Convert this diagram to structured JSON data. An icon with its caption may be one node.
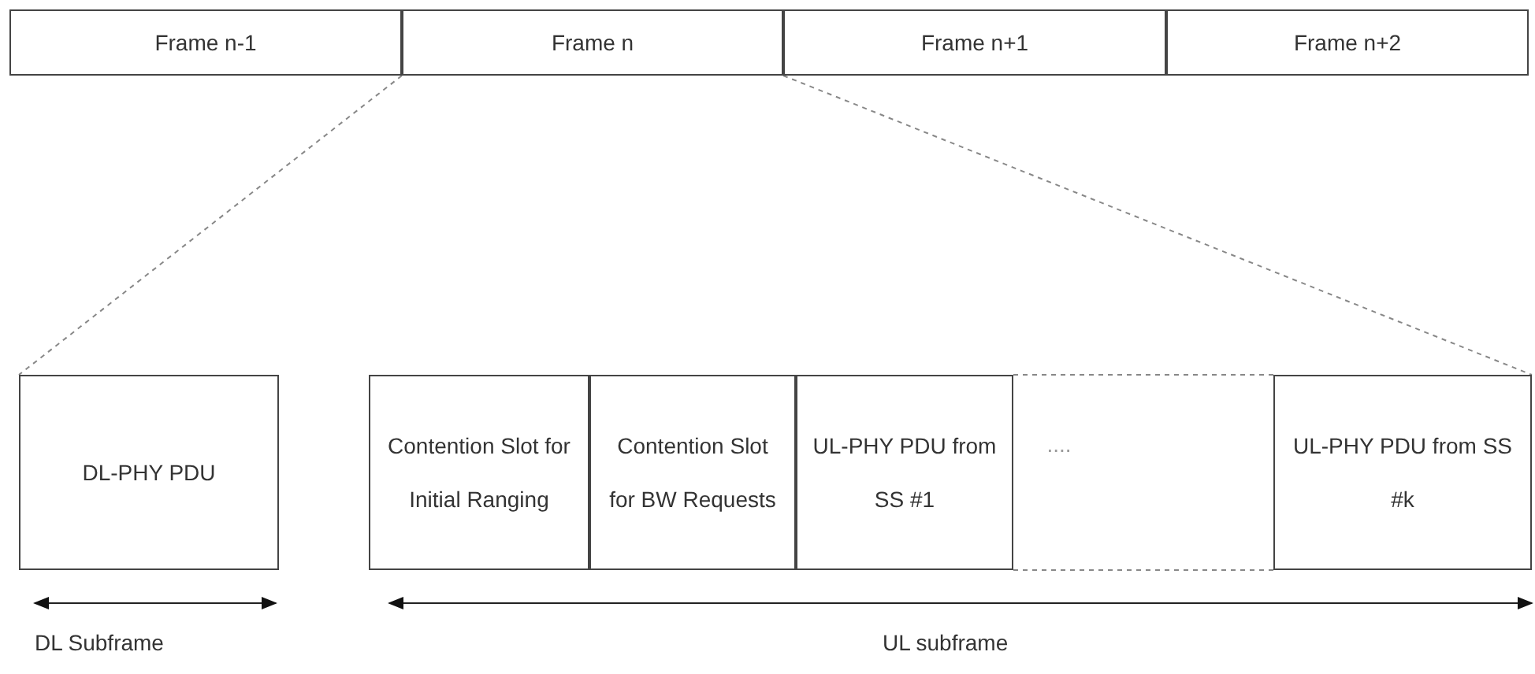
{
  "diagram": {
    "nodes": [
      {
        "text": [
          "Frame n-1"
        ]
      },
      {
        "text": [
          "Frame n"
        ]
      },
      {
        "text": [
          "Frame n+1"
        ]
      },
      {
        "text": [
          "Frame n+2"
        ]
      },
      {
        "text": [
          "DL-PHY PDU"
        ]
      },
      {
        "text": [
          "Contention Slot for Initial Ranging"
        ]
      },
      {
        "text": [
          "Contention Slot for BW Requests"
        ]
      },
      {
        "text": [
          "UL-PHY PDU from SS #1"
        ]
      },
      {
        "text": [
          "UL-PHY PDU from SS #k"
        ]
      }
    ],
    "edges": [
      {
        "from": 1,
        "to": 4,
        "arrow": "none",
        "style": "dashed"
      },
      {
        "from": 1,
        "to": 8,
        "arrow": "none",
        "style": "dashed"
      },
      {
        "from": 7,
        "to": 8,
        "arrow": "none",
        "style": "dashed"
      },
      {
        "from": 7,
        "to": 8,
        "arrow": "none",
        "style": "dashed"
      }
    ],
    "labels": [
      "....",
      "DL Subframe",
      "UL subframe"
    ]
  }
}
